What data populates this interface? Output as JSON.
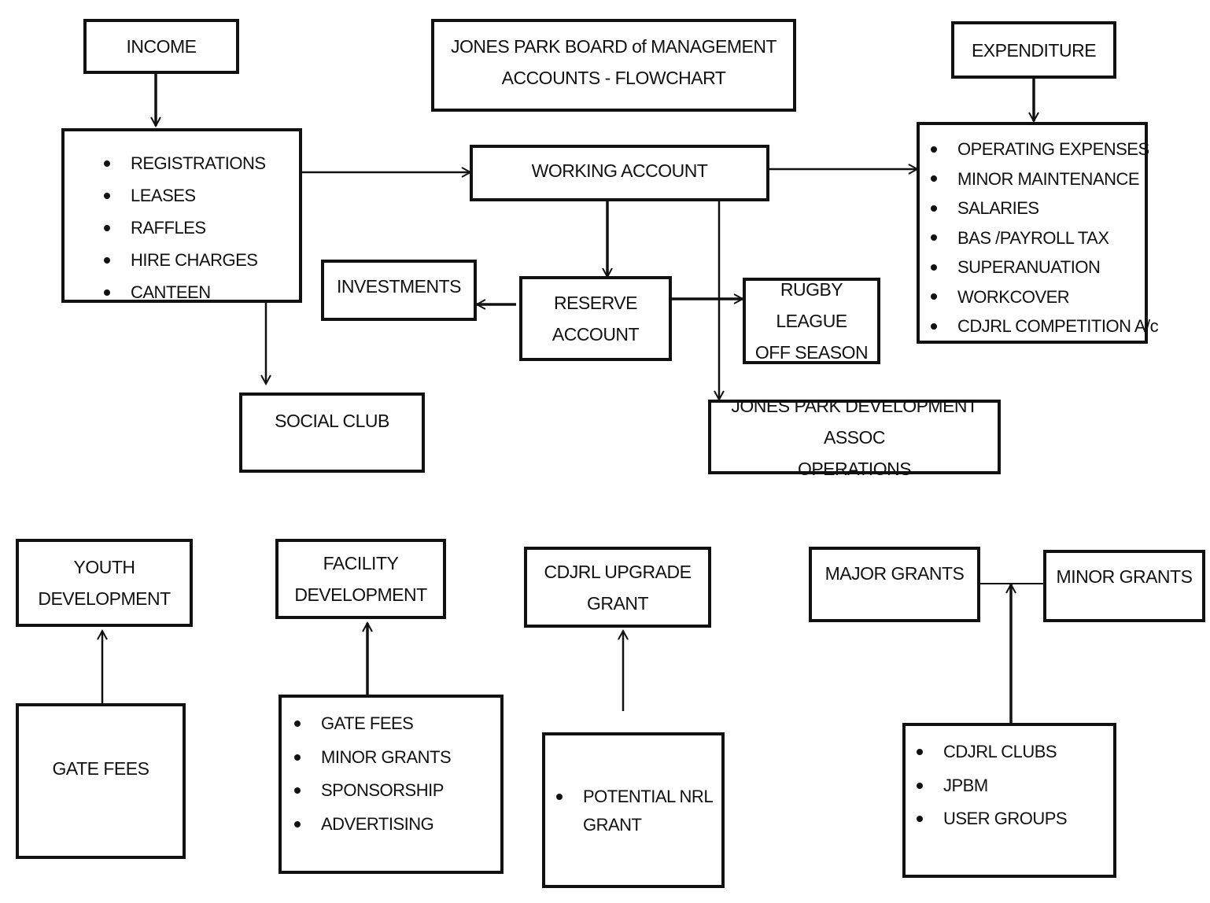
{
  "title": {
    "line1": "JONES PARK BOARD of MANAGEMENT",
    "line2": "ACCOUNTS - FLOWCHART"
  },
  "income": {
    "label": "INCOME",
    "items": [
      "REGISTRATIONS",
      "LEASES",
      "RAFFLES",
      "HIRE CHARGES",
      "CANTEEN"
    ]
  },
  "expenditure": {
    "label": "EXPENDITURE",
    "items": [
      "OPERATING EXPENSES",
      "MINOR MAINTENANCE",
      "SALARIES",
      "BAS /PAYROLL TAX",
      "SUPERANUATION",
      "WORKCOVER",
      "CDJRL COMPETITION A/c"
    ]
  },
  "working_account": "WORKING ACCOUNT",
  "reserve_account": {
    "line1": "RESERVE",
    "line2": "ACCOUNT"
  },
  "investments": "INVESTMENTS",
  "rugby_league": {
    "line1": "RUGBY LEAGUE",
    "line2": "OFF SEASON"
  },
  "social_club": "SOCIAL CLUB",
  "jpda": {
    "line1": "JONES PARK DEVELOPMENT ASSOC",
    "line2": "OPERATIONS"
  },
  "youth_development": {
    "line1": "YOUTH",
    "line2": "DEVELOPMENT"
  },
  "youth_gate_fees": "GATE FEES",
  "facility_development": {
    "line1": "FACILITY",
    "line2": "DEVELOPMENT"
  },
  "facility_sources": [
    "GATE FEES",
    "MINOR GRANTS",
    "SPONSORSHIP",
    "ADVERTISING"
  ],
  "cdjrl_upgrade": {
    "line1": "CDJRL UPGRADE",
    "line2": "GRANT"
  },
  "nrl_sources": [
    "POTENTIAL NRL",
    "GRANT"
  ],
  "major_grants": "MAJOR GRANTS",
  "minor_grants": "MINOR GRANTS",
  "grant_sources": [
    "CDJRL CLUBS",
    "JPBM",
    "USER GROUPS"
  ]
}
